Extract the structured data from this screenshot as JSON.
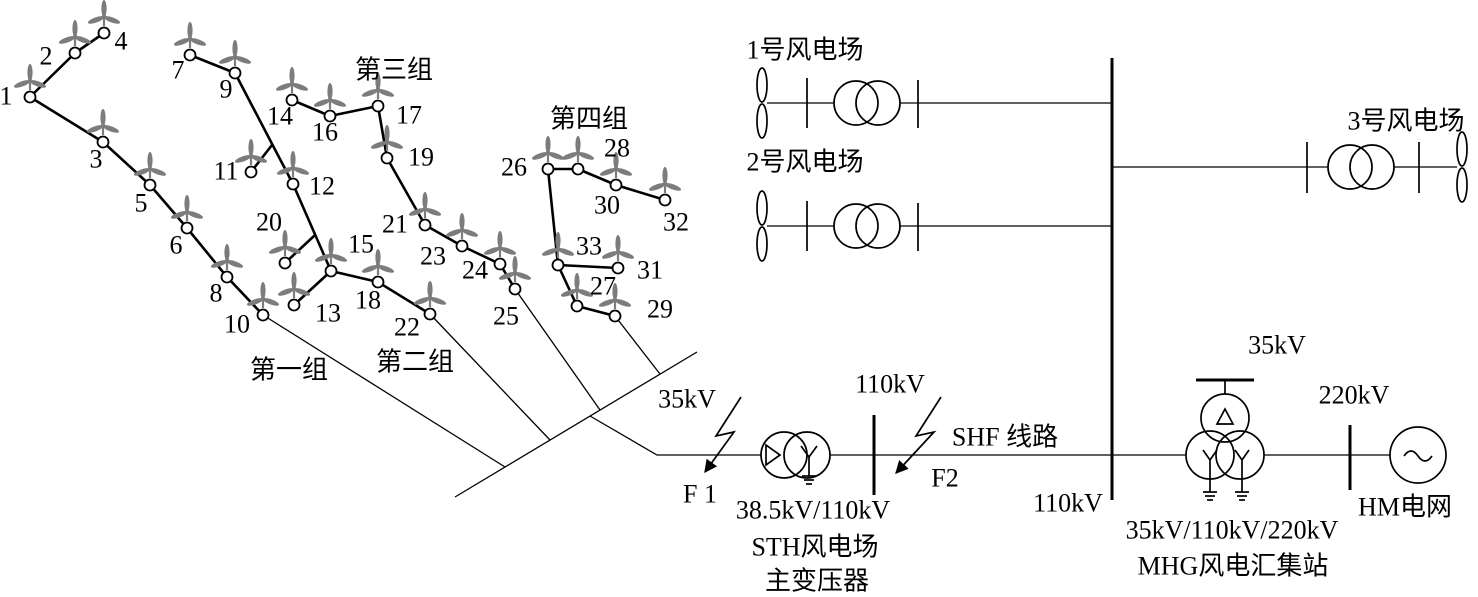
{
  "groups": {
    "group1": "第一组",
    "group2": "第二组",
    "group3": "第三组",
    "group4": "第四组"
  },
  "turbines": [
    "1",
    "2",
    "3",
    "4",
    "5",
    "6",
    "7",
    "8",
    "9",
    "10",
    "11",
    "12",
    "13",
    "14",
    "15",
    "16",
    "17",
    "18",
    "19",
    "20",
    "21",
    "22",
    "23",
    "24",
    "25",
    "26",
    "27",
    "28",
    "29",
    "30",
    "31",
    "32",
    "33"
  ],
  "wind_farms": {
    "farm1": "1号风电场",
    "farm2": "2号风电场",
    "farm3": "3号风电场"
  },
  "voltage_labels": {
    "collector_35kv": "35kV",
    "sth_110kv": "110kV",
    "bus_110kv": "110kV",
    "mhg_35kv": "35kV",
    "mhg_220kv": "220kV"
  },
  "faults": {
    "f1": "F 1",
    "f2": "F2"
  },
  "line_name": "SHF 线路",
  "sth_substation": {
    "ratio": "38.5kV/110kV",
    "name": "STH风电场",
    "role": "主变压器"
  },
  "mhg_station": {
    "ratio": "35kV/110kV/220kV",
    "name": "MHG风电汇集站"
  },
  "grid": "HM电网",
  "icons": {
    "turbine": "wind-turbine-icon",
    "farm_turbine": "propeller-icon",
    "transformer": "transformer-icon",
    "three_winding_transformer": "three-winding-transformer-icon",
    "fault": "lightning-fault-icon",
    "grid_source": "ac-source-icon"
  },
  "colors": {
    "line": "#000000",
    "turbine_icon": "#7c7c7c",
    "background": "#ffffff"
  }
}
